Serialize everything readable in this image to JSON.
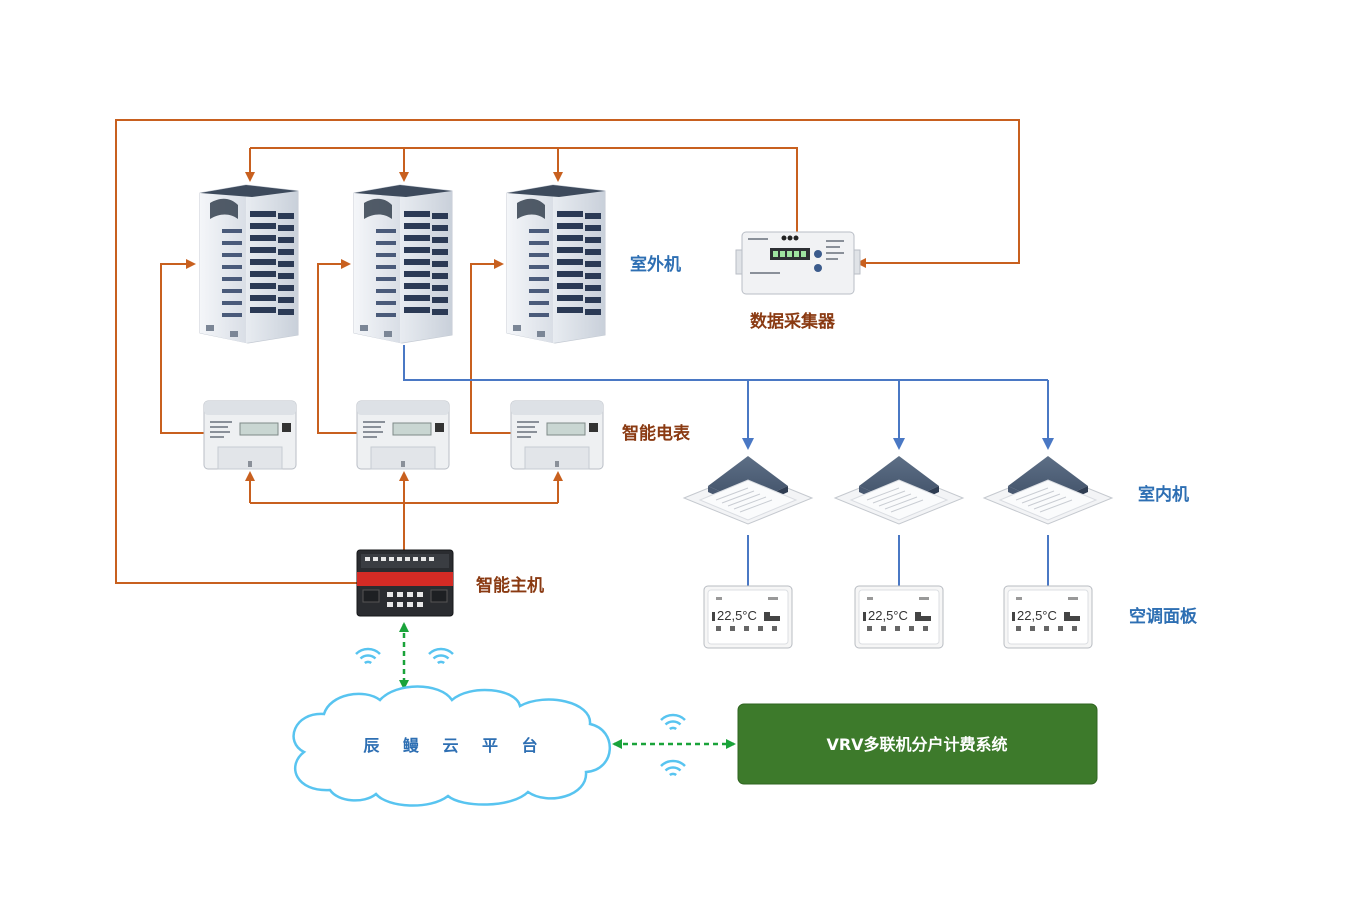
{
  "labels": {
    "outdoor_unit": "室外机",
    "data_collector": "数据采集器",
    "smart_meter": "智能电表",
    "indoor_unit": "室内机",
    "smart_host": "智能主机",
    "ac_panel": "空调面板",
    "cloud_platform": "辰 鳗 云 平 台",
    "billing_system": "VRV多联机分户计费系统"
  },
  "panels": [
    {
      "temperature": "22,5°C"
    },
    {
      "temperature": "22,5°C"
    },
    {
      "temperature": "22,5°C"
    }
  ],
  "colors": {
    "orange_line": "#c8601f",
    "blue_line": "#4a78c4",
    "green_link": "#1aa33a",
    "system_box": "#3d7a2b",
    "label_brown": "#8a3a12",
    "label_blue": "#2e6fb3",
    "wifi": "#58c4f0"
  }
}
